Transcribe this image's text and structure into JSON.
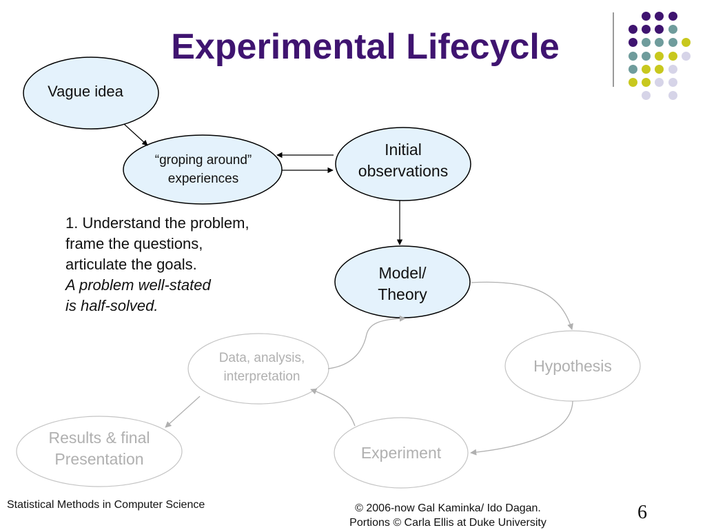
{
  "title": "Experimental Lifecycle",
  "nodes": {
    "vague_idea": "Vague idea",
    "groping": [
      "“groping around”",
      "experiences"
    ],
    "initial": [
      "Initial",
      "observations"
    ],
    "model": [
      "Model/",
      "Theory"
    ],
    "data": [
      "Data, analysis,",
      "interpretation"
    ],
    "hypothesis": "Hypothesis",
    "results": [
      "Results & final",
      "Presentation"
    ],
    "experiment": "Experiment"
  },
  "notes": {
    "line1": "1.  Understand the problem,",
    "line2": "frame the questions,",
    "line3": "articulate the goals.",
    "line4": "A problem well-stated",
    "line5": "is half-solved."
  },
  "footer": {
    "left": "Statistical Methods in Computer Science",
    "right_line1": "© 2006-now  Gal Kaminka/ Ido Dagan.",
    "right_line2": "Portions © Carla Ellis at Duke University"
  },
  "page_number": "6",
  "colors": {
    "title": "#3f1470",
    "active_fill": "#e4f2fc",
    "active_stroke": "#000000",
    "faded": "#b0b0b0",
    "dot_purple": "#3f1470",
    "dot_teal": "#6f9c9c",
    "dot_yellow": "#c8c81e",
    "dot_lavender": "#d6d4e8"
  }
}
